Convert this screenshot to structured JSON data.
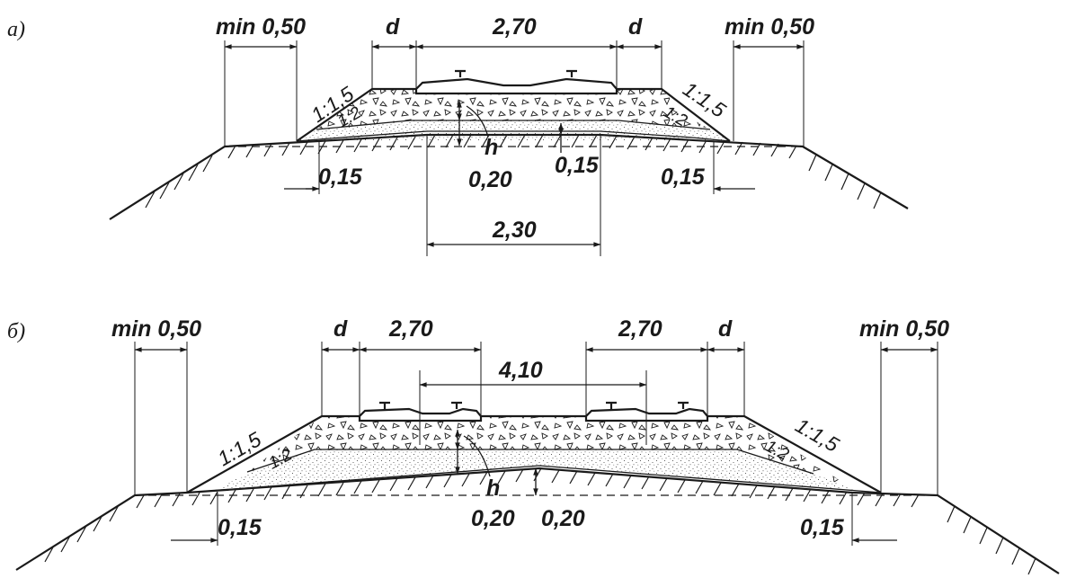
{
  "panels": [
    {
      "label": "а)",
      "dims": {
        "min_left": "min 0,50",
        "d_left": "d",
        "top_width": "2,70",
        "d_right": "d",
        "min_right": "min 0,50",
        "slope_outer_left": "1:1,5",
        "slope_inner_left": "1:2",
        "slope_outer_right": "1:1,5",
        "slope_inner_right": "1:2",
        "h": "h",
        "depth_ballast": "0,20",
        "depth_sand": "0,15",
        "offset_left": "0,15",
        "offset_right": "0,15",
        "bottom_width": "2,30"
      }
    },
    {
      "label": "б)",
      "dims": {
        "min_left": "min 0,50",
        "d_left": "d",
        "track_left": "2,70",
        "track_right": "2,70",
        "d_right": "d",
        "min_right": "min 0,50",
        "track_spacing": "4,10",
        "slope_outer_left": "1:1,5",
        "slope_inner_left": "1:2",
        "slope_outer_right": "1:1,5",
        "slope_inner_right": "1:2",
        "h": "h",
        "depth_ballast": "0,20",
        "depth_center": "0,20",
        "offset_left": "0,15",
        "offset_right": "0,15"
      }
    }
  ]
}
